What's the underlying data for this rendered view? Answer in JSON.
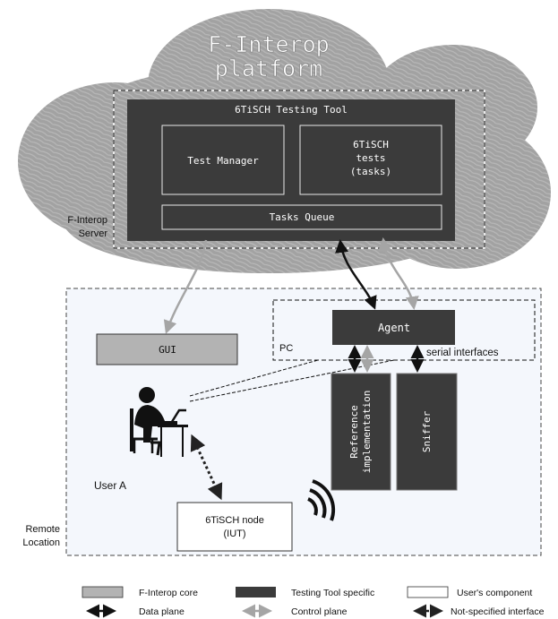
{
  "platform": {
    "title_line1": "F-Interop",
    "title_line2": "platform"
  },
  "server": {
    "label_line1": "F-Interop",
    "label_line2": "Server",
    "tool_title": "6TiSCH Testing Tool",
    "test_manager": "Test Manager",
    "tests_line1": "6TiSCH",
    "tests_line2": "tests",
    "tests_line3": "(tasks)",
    "tasks_queue": "Tasks Queue"
  },
  "remote": {
    "label_line1": "Remote",
    "label_line2": "Location",
    "gui": "GUI",
    "pc_label": "PC",
    "agent": "Agent",
    "serial_interfaces": "serial interfaces",
    "reference_line1": "Reference",
    "reference_line2": "implementation",
    "sniffer": "Sniffer",
    "user": "User A",
    "node_line1": "6TiSCH node",
    "node_line2": "(IUT)"
  },
  "legend": {
    "core": "F-Interop core",
    "tool": "Testing Tool specific",
    "user": "User's component",
    "data": "Data plane",
    "control": "Control plane",
    "unspecified": "Not-specified interface"
  },
  "colors": {
    "core_fill": "#b3b3b3",
    "tool_fill": "#3b3b3b",
    "user_fill": "#ffffff",
    "cloud": "#9d9d9d",
    "remote_bg": "#f4f7fc"
  }
}
